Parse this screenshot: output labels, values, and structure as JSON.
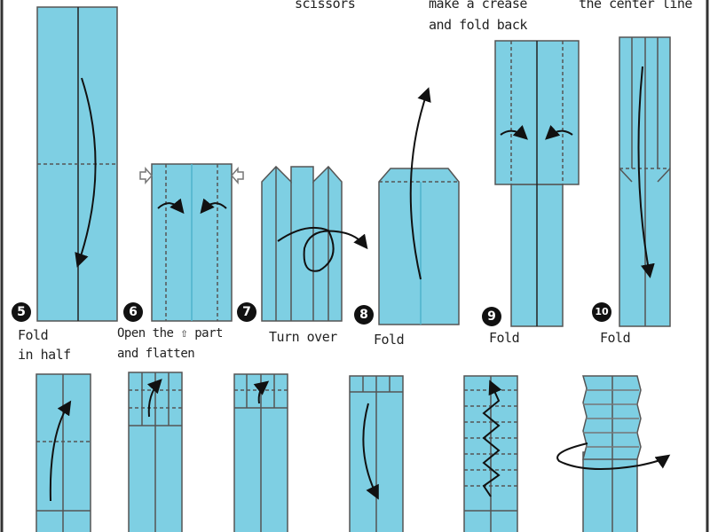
{
  "top_captions": {
    "scissors": "scissors",
    "crease_1": "make a crease",
    "crease_2": "and fold back",
    "center_line": "the center line"
  },
  "steps": [
    {
      "number": "5",
      "label_1": "Fold",
      "label_2": "in half"
    },
    {
      "number": "6",
      "label_1": "Open the ⇧ part",
      "label_2": "and flatten"
    },
    {
      "number": "7",
      "label_1": "Turn over"
    },
    {
      "number": "8",
      "label_1": "Fold"
    },
    {
      "number": "9",
      "label_1": "Fold"
    },
    {
      "number": "10",
      "label_1": "Fold"
    }
  ],
  "colors": {
    "paper": "#7ecfe3",
    "outline": "#555555",
    "arrow": "#111111"
  }
}
